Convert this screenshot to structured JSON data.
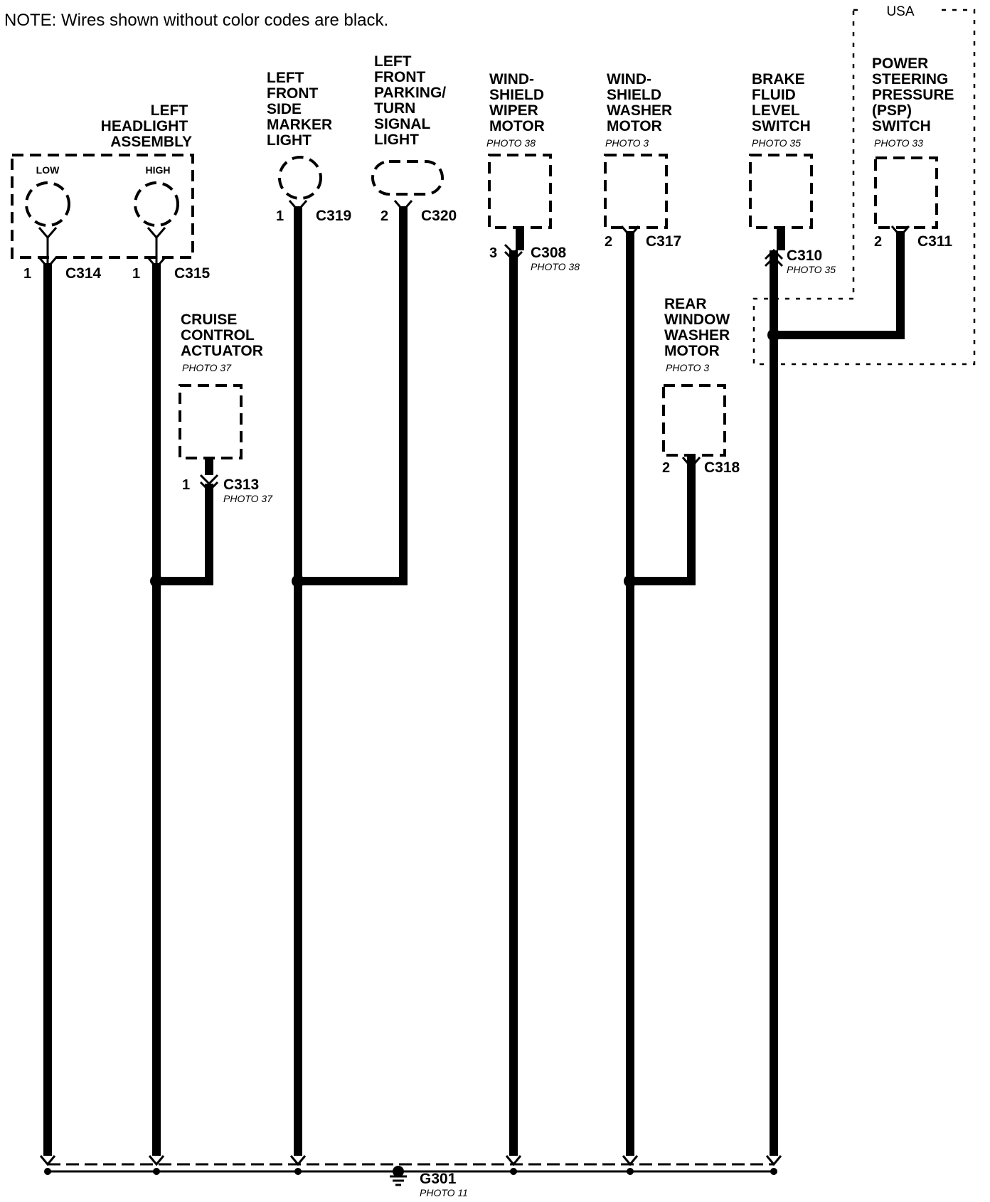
{
  "note": "NOTE: Wires shown without color codes are black.",
  "region_label": "USA",
  "components": {
    "headlight": {
      "lines": [
        "LEFT",
        "HEADLIGHT",
        "ASSEMBLY"
      ],
      "low": "LOW",
      "high": "HIGH"
    },
    "side_marker": {
      "lines": [
        "LEFT",
        "FRONT",
        "SIDE",
        "MARKER",
        "LIGHT"
      ]
    },
    "parking": {
      "lines": [
        "LEFT",
        "FRONT",
        "PARKING/",
        "TURN",
        "SIGNAL",
        "LIGHT"
      ]
    },
    "wiper": {
      "lines": [
        "WIND-",
        "SHIELD",
        "WIPER",
        "MOTOR"
      ],
      "photo": "PHOTO 38"
    },
    "washer": {
      "lines": [
        "WIND-",
        "SHIELD",
        "WASHER",
        "MOTOR"
      ],
      "photo": "PHOTO 3"
    },
    "brake": {
      "lines": [
        "BRAKE",
        "FLUID",
        "LEVEL",
        "SWITCH"
      ],
      "photo": "PHOTO 35"
    },
    "psp": {
      "lines": [
        "POWER",
        "STEERING",
        "PRESSURE",
        "(PSP)",
        "SWITCH"
      ],
      "photo": "PHOTO 33"
    },
    "cruise": {
      "lines": [
        "CRUISE",
        "CONTROL",
        "ACTUATOR"
      ],
      "photo": "PHOTO 37"
    },
    "rear_washer": {
      "lines": [
        "REAR",
        "WINDOW",
        "WASHER",
        "MOTOR"
      ],
      "photo": "PHOTO 3"
    }
  },
  "connectors": {
    "c314": {
      "name": "C314",
      "pin": "1"
    },
    "c315": {
      "name": "C315",
      "pin": "1"
    },
    "c319": {
      "name": "C319",
      "pin": "1"
    },
    "c320": {
      "name": "C320",
      "pin": "2"
    },
    "c308": {
      "name": "C308",
      "pin": "3",
      "photo": "PHOTO 38"
    },
    "c317": {
      "name": "C317",
      "pin": "2"
    },
    "c310": {
      "name": "C310",
      "photo": "PHOTO 35"
    },
    "c311": {
      "name": "C311",
      "pin": "2"
    },
    "c313": {
      "name": "C313",
      "pin": "1",
      "photo": "PHOTO 37"
    },
    "c318": {
      "name": "C318",
      "pin": "2"
    }
  },
  "ground": {
    "name": "G301",
    "photo": "PHOTO 11"
  }
}
